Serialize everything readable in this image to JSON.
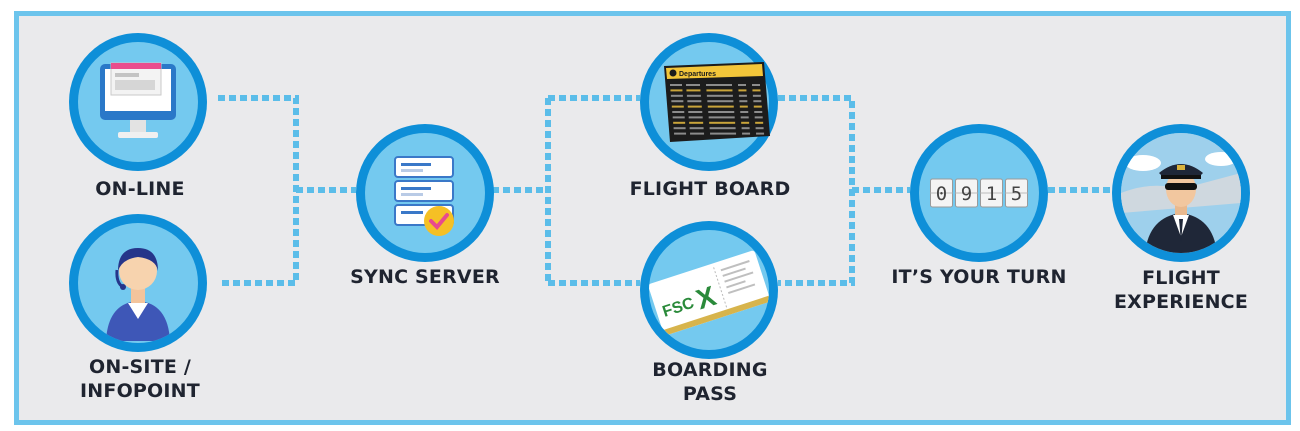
{
  "labels": {
    "online": "ON-LINE",
    "onsite_1": "ON-SITE /",
    "onsite_2": "INFOPOINT",
    "sync": "SYNC SERVER",
    "flight_board": "FLIGHT BOARD",
    "boarding_1": "BOARDING",
    "boarding_2": "PASS",
    "your_turn": "IT’S YOUR TURN",
    "experience_1": "FLIGHT",
    "experience_2": "EXPERIENCE"
  },
  "departures_board": {
    "title": "Departures"
  },
  "ticket": {
    "logo": "FSC",
    "mark": "X"
  },
  "counter": {
    "digits": [
      "0",
      "9",
      "1",
      "5"
    ]
  },
  "colors": {
    "frame": "#6cc4ec",
    "ring": "#0e8fd8",
    "fill": "#74c9ef",
    "dots": "#5bbde9",
    "text": "#1f2430"
  }
}
